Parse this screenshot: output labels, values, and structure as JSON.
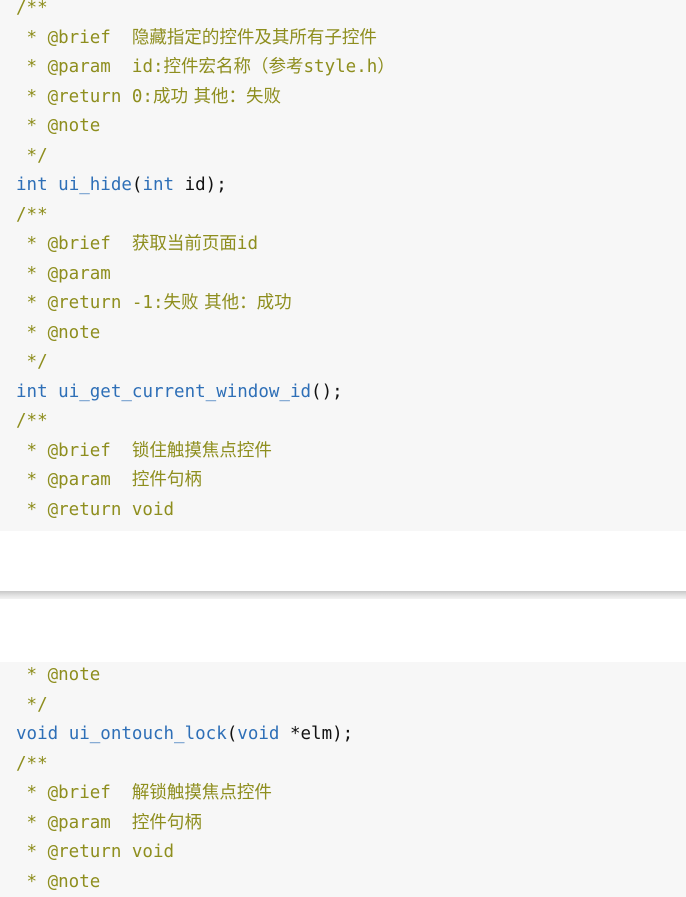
{
  "page_1": {
    "lines": [
      [
        {
          "t": "/**",
          "k": "comment"
        }
      ],
      [
        {
          "t": " * @brief  ",
          "k": "comment"
        },
        {
          "t": "隐藏指定的控件及其所有子控件",
          "k": "comment-cjk"
        }
      ],
      [
        {
          "t": " * @param  ",
          "k": "comment"
        },
        {
          "t": "id:",
          "k": "comment"
        },
        {
          "t": "控件宏名称（参考",
          "k": "comment-cjk"
        },
        {
          "t": "style.h",
          "k": "comment"
        },
        {
          "t": "）",
          "k": "comment-cjk"
        }
      ],
      [
        {
          "t": " * @return 0:",
          "k": "comment"
        },
        {
          "t": "成功 其他：失败",
          "k": "comment-cjk"
        }
      ],
      [
        {
          "t": " * @note",
          "k": "comment"
        }
      ],
      [
        {
          "t": " */",
          "k": "comment"
        }
      ],
      [
        {
          "t": "int",
          "k": "kw"
        },
        {
          "t": " ",
          "k": "plain"
        },
        {
          "t": "ui_hide",
          "k": "fn"
        },
        {
          "t": "(",
          "k": "plain"
        },
        {
          "t": "int",
          "k": "kw"
        },
        {
          "t": " id);",
          "k": "plain"
        }
      ],
      [
        {
          "t": "/**",
          "k": "comment"
        }
      ],
      [
        {
          "t": " * @brief  ",
          "k": "comment"
        },
        {
          "t": "获取当前页面",
          "k": "comment-cjk"
        },
        {
          "t": "id",
          "k": "comment"
        }
      ],
      [
        {
          "t": " * @param",
          "k": "comment"
        }
      ],
      [
        {
          "t": " * @return -1:",
          "k": "comment"
        },
        {
          "t": "失败 其他：成功",
          "k": "comment-cjk"
        }
      ],
      [
        {
          "t": " * @note",
          "k": "comment"
        }
      ],
      [
        {
          "t": " */",
          "k": "comment"
        }
      ],
      [
        {
          "t": "int",
          "k": "kw"
        },
        {
          "t": " ",
          "k": "plain"
        },
        {
          "t": "ui_get_current_window_id",
          "k": "fn"
        },
        {
          "t": "();",
          "k": "plain"
        }
      ],
      [
        {
          "t": "/**",
          "k": "comment"
        }
      ],
      [
        {
          "t": " * @brief  ",
          "k": "comment"
        },
        {
          "t": "锁住触摸焦点控件",
          "k": "comment-cjk"
        }
      ],
      [
        {
          "t": " * @param  ",
          "k": "comment"
        },
        {
          "t": "控件句柄",
          "k": "comment-cjk"
        }
      ],
      [
        {
          "t": " * @return void",
          "k": "comment"
        }
      ]
    ]
  },
  "page_2": {
    "lines": [
      [
        {
          "t": " * @note",
          "k": "comment"
        }
      ],
      [
        {
          "t": " */",
          "k": "comment"
        }
      ],
      [
        {
          "t": "void",
          "k": "kw"
        },
        {
          "t": " ",
          "k": "plain"
        },
        {
          "t": "ui_ontouch_lock",
          "k": "fn"
        },
        {
          "t": "(",
          "k": "plain"
        },
        {
          "t": "void",
          "k": "kw"
        },
        {
          "t": " *elm);",
          "k": "plain"
        }
      ],
      [
        {
          "t": "/**",
          "k": "comment"
        }
      ],
      [
        {
          "t": " * @brief  ",
          "k": "comment"
        },
        {
          "t": "解锁触摸焦点控件",
          "k": "comment-cjk"
        }
      ],
      [
        {
          "t": " * @param  ",
          "k": "comment"
        },
        {
          "t": "控件句柄",
          "k": "comment-cjk"
        }
      ],
      [
        {
          "t": " * @return void",
          "k": "comment"
        }
      ],
      [
        {
          "t": " * @note",
          "k": "comment"
        }
      ]
    ]
  },
  "colors": {
    "code_background": "#f7f7f7",
    "comment": "#8e8e1e",
    "keyword": "#2e6fb7",
    "plain": "#111111"
  }
}
